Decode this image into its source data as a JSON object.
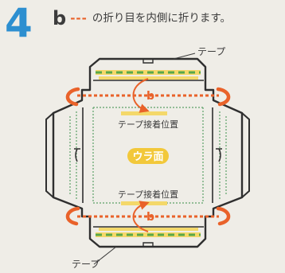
{
  "step": {
    "number": "4",
    "fold_letter": "b",
    "fold_dash": "---",
    "text": "の折り目を内側に折ります。"
  },
  "labels": {
    "tape_top": "テープ",
    "tape_pos_top": "テープ接着位置",
    "face": "ウラ面",
    "tape_pos_bottom": "テープ接着位置",
    "tape_bottom": "テープ"
  },
  "fold_marks": {
    "top": "b",
    "bottom": "b"
  },
  "colors": {
    "accent_blue": "#2d8fd0",
    "fold_orange": "#e9622a",
    "tape_yellow": "#f4d86a",
    "tape_green": "#58a84a",
    "fold_line_green": "#5ca167",
    "badge_yellow": "#f2c83a",
    "background": "#efede7",
    "outline": "#2f2f2f"
  }
}
